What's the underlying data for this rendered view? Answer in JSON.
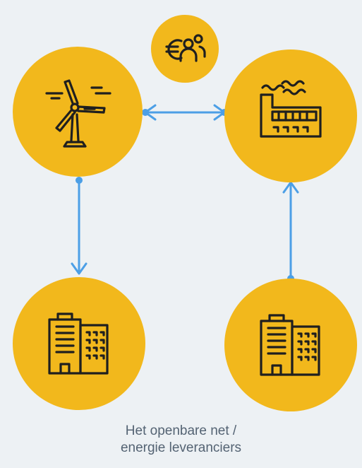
{
  "caption": {
    "line1": "Het openbare net /",
    "line2": "energie leveranciers"
  },
  "colors": {
    "background": "#edf1f4",
    "node": "#f2b81c",
    "connector": "#4c9fe6",
    "icon": "#1f1f1f",
    "caption": "#546373"
  },
  "nodes": [
    {
      "id": "community",
      "icon": "euro-people-icon"
    },
    {
      "id": "wind",
      "icon": "wind-turbine-icon"
    },
    {
      "id": "factory",
      "icon": "factory-icon"
    },
    {
      "id": "building-left",
      "icon": "apartment-building-icon"
    },
    {
      "id": "building-right",
      "icon": "apartment-building-icon"
    }
  ],
  "edges": [
    {
      "from": "wind",
      "to": "factory",
      "direction": "both"
    },
    {
      "from": "wind",
      "to": "building-left",
      "direction": "forward"
    },
    {
      "from": "building-right",
      "to": "factory",
      "direction": "forward"
    }
  ]
}
